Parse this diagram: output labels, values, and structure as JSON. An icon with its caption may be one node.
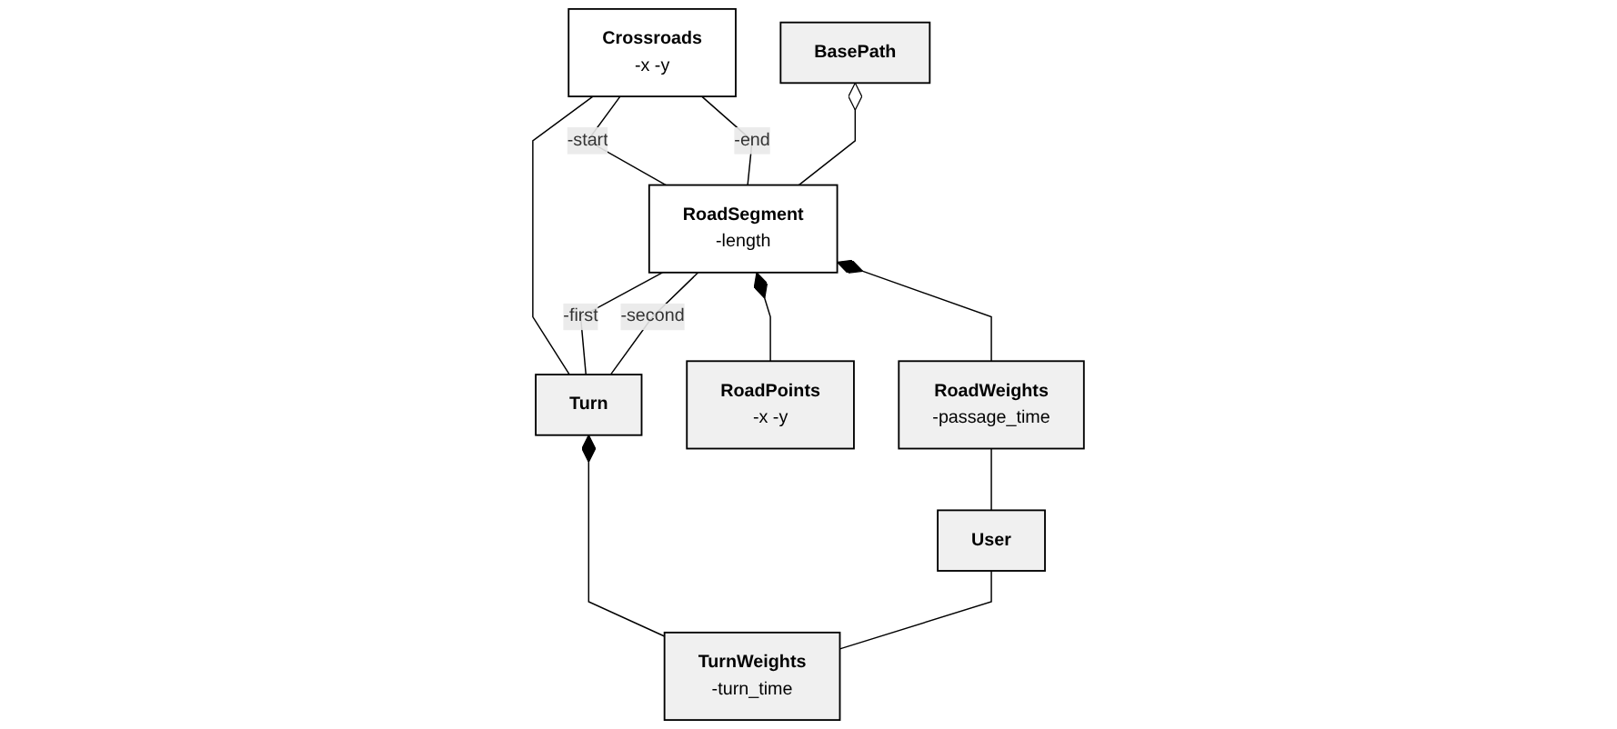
{
  "diagram": {
    "nodes": [
      {
        "text": [
          "Crossroads",
          "-x -y"
        ]
      },
      {
        "text": [
          "RoadSegment",
          "-length"
        ]
      },
      {
        "text": [
          "Turn"
        ]
      },
      {
        "text": [
          "RoadPoints",
          "-x -y"
        ]
      },
      {
        "text": [
          "BasePath"
        ]
      },
      {
        "text": [
          "RoadWeights",
          "-passage_time"
        ]
      },
      {
        "text": [
          "User"
        ]
      },
      {
        "text": [
          "TurnWeights",
          "-turn_time"
        ]
      }
    ],
    "edges": [
      {
        "from": 0,
        "to": 1,
        "label": "-start",
        "arrow": "none"
      },
      {
        "from": 0,
        "to": 1,
        "label": "-end",
        "arrow": "none"
      },
      {
        "from": 0,
        "to": 2,
        "arrow": "none"
      },
      {
        "from": 1,
        "to": 2,
        "label": "-first",
        "arrow": "none"
      },
      {
        "from": 1,
        "to": 2,
        "label": "-second",
        "arrow": "none"
      },
      {
        "from": 1,
        "to": 3,
        "arrow": "other"
      },
      {
        "from": 1,
        "to": 5,
        "arrow": "other"
      },
      {
        "from": 4,
        "to": 1,
        "arrow": "other"
      },
      {
        "from": 2,
        "to": 7,
        "arrow": "other"
      },
      {
        "from": 5,
        "to": 6,
        "arrow": "none"
      },
      {
        "from": 6,
        "to": 7,
        "arrow": "none"
      }
    ]
  }
}
